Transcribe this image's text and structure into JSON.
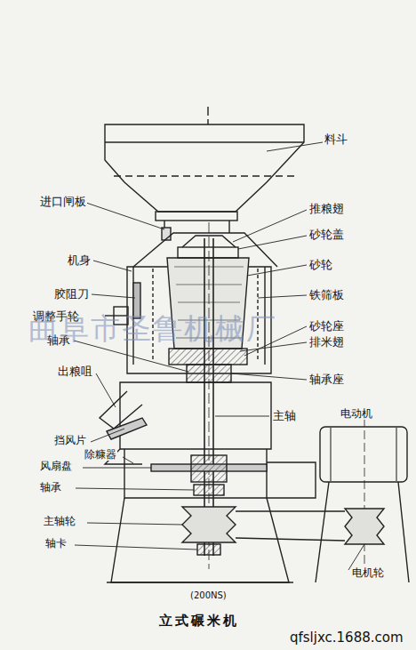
{
  "diagram": {
    "caption": "立式碾米机",
    "labels": [
      "料斗",
      "进口闸板",
      "推粮翅",
      "砂轮盖",
      "机身",
      "砂轮",
      "胶阻刀",
      "铁筛板",
      "调整手轮",
      "砂轮座",
      "轴承",
      "排米翅",
      "出粮咀",
      "轴承座",
      "主轴",
      "电动机",
      "挡风片",
      "除糠器",
      "风扇盘",
      "轴承",
      "主轴轮",
      "轴卡",
      "电机轮",
      "(200NS)",
      "曲阜市圣鲁机械厂",
      "qfsljxc.1688.com"
    ]
  }
}
